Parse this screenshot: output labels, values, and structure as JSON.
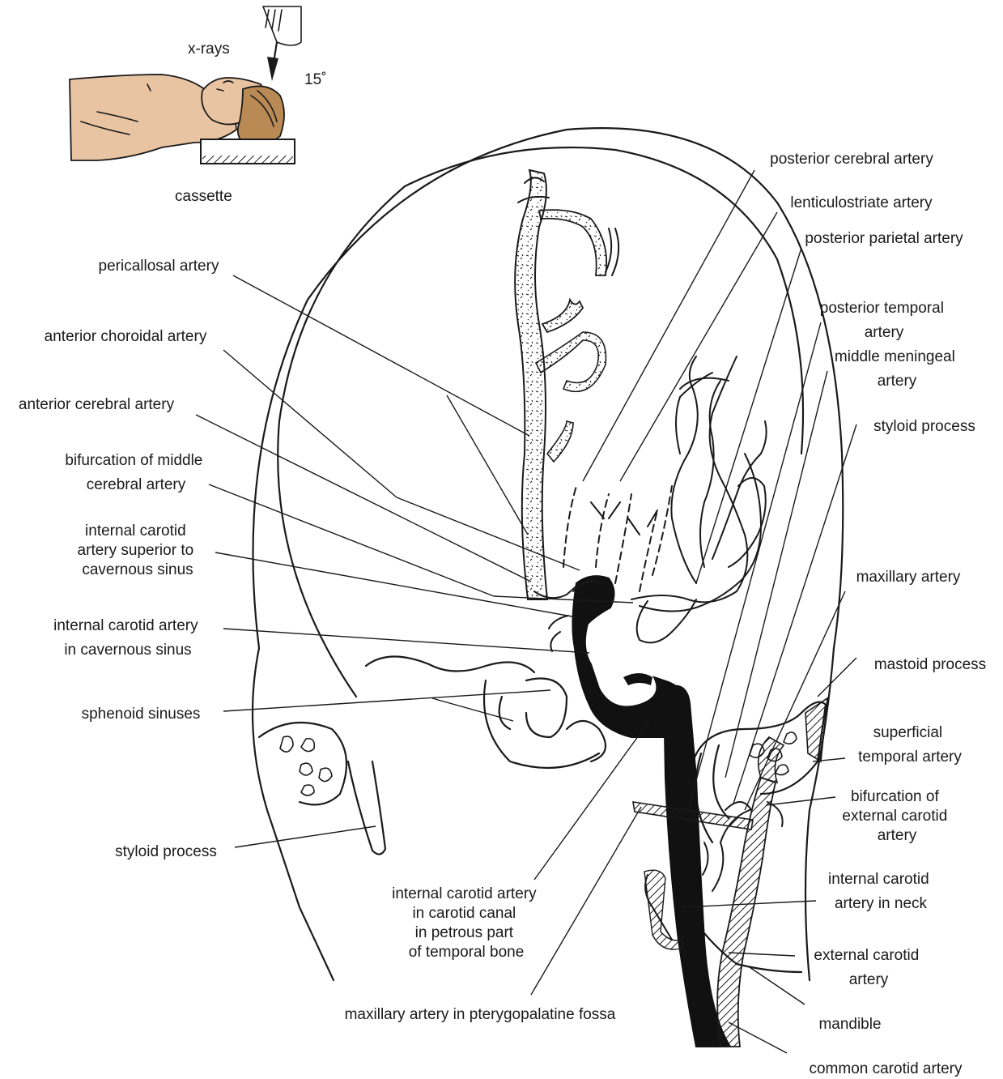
{
  "inset": {
    "xrays_label": "x-rays",
    "angle_label": "15˚",
    "cassette_label": "cassette"
  },
  "labels": {
    "posterior_cerebral_artery": [
      "posterior cerebral artery"
    ],
    "lenticulostriate_artery": [
      "lenticulostriate artery"
    ],
    "posterior_parietal_artery": [
      "posterior parietal artery"
    ],
    "posterior_temporal_artery": [
      "posterior temporal",
      "artery"
    ],
    "middle_meningeal_artery": [
      "middle meningeal",
      "artery"
    ],
    "styloid_process_right": [
      "styloid process"
    ],
    "maxillary_artery": [
      "maxillary artery"
    ],
    "mastoid_process": [
      "mastoid process"
    ],
    "superficial_temporal_artery": [
      "superficial",
      "temporal artery"
    ],
    "bifurcation_external_carotid": [
      "bifurcation of",
      "external carotid",
      "artery"
    ],
    "internal_carotid_neck": [
      "internal carotid",
      "artery in neck"
    ],
    "external_carotid_artery": [
      "external carotid",
      "artery"
    ],
    "mandible": [
      "mandible"
    ],
    "common_carotid_artery": [
      "common carotid artery"
    ],
    "pericallosal_artery": [
      "pericallosal artery"
    ],
    "anterior_choroidal_artery": [
      "anterior choroidal artery"
    ],
    "anterior_cerebral_artery": [
      "anterior cerebral artery"
    ],
    "bifurcation_middle_cerebral": [
      "bifurcation of middle",
      "cerebral artery"
    ],
    "ica_superior_cavernous": [
      "internal carotid",
      "artery superior to",
      "cavernous sinus"
    ],
    "ica_in_cavernous": [
      "internal carotid artery",
      "in cavernous sinus"
    ],
    "sphenoid_sinuses": [
      "sphenoid sinuses"
    ],
    "styloid_process_left": [
      "styloid process"
    ],
    "ica_carotid_canal": [
      "internal carotid artery",
      "in carotid canal",
      "in petrous part",
      "of temporal bone"
    ],
    "maxillary_artery_pterygopalatine": [
      "maxillary artery in pterygopalatine fossa"
    ]
  },
  "colors": {
    "skin": "#e9c4a3",
    "hair": "#b98a54",
    "ink": "#1a1a1a",
    "contrast_vessel": "#111111"
  }
}
